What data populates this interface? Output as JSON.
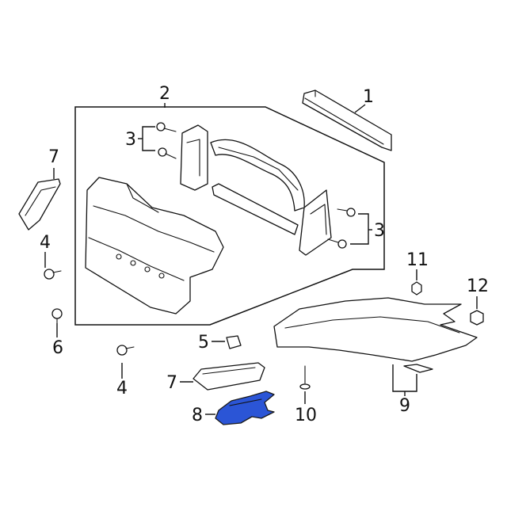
{
  "callouts": {
    "c1": "1",
    "c2": "2",
    "c3a": "3",
    "c3b": "3",
    "c4a": "4",
    "c4b": "4",
    "c5": "5",
    "c6": "6",
    "c7a": "7",
    "c7b": "7",
    "c8": "8",
    "c9": "9",
    "c10": "10",
    "c11": "11",
    "c12": "12"
  },
  "colors": {
    "highlight_part": "#2b55d6",
    "line": "#111111",
    "background": "#ffffff"
  },
  "highlighted_part": "8"
}
